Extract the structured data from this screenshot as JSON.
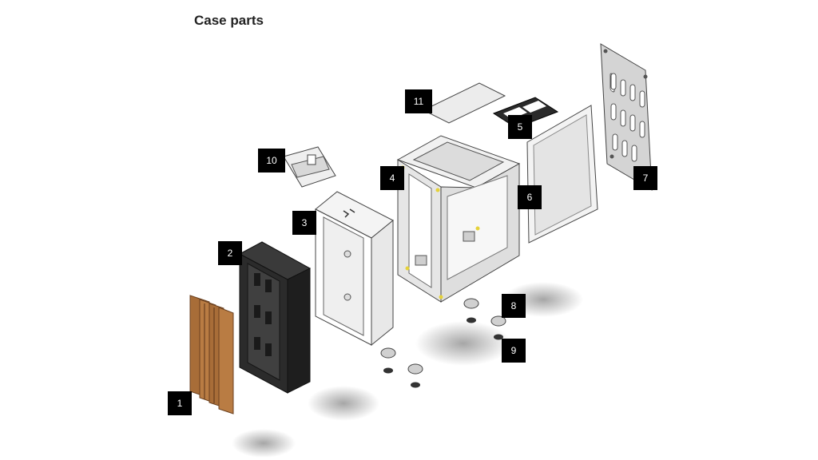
{
  "title": "Case parts",
  "labels": [
    "1",
    "2",
    "3",
    "4",
    "5",
    "6",
    "7",
    "8",
    "9",
    "10",
    "11"
  ],
  "colors": {
    "badge": "#000000",
    "wood": "#b0753f",
    "dark_case": "#2b2b2b",
    "light_part": "#f2f2f2"
  }
}
